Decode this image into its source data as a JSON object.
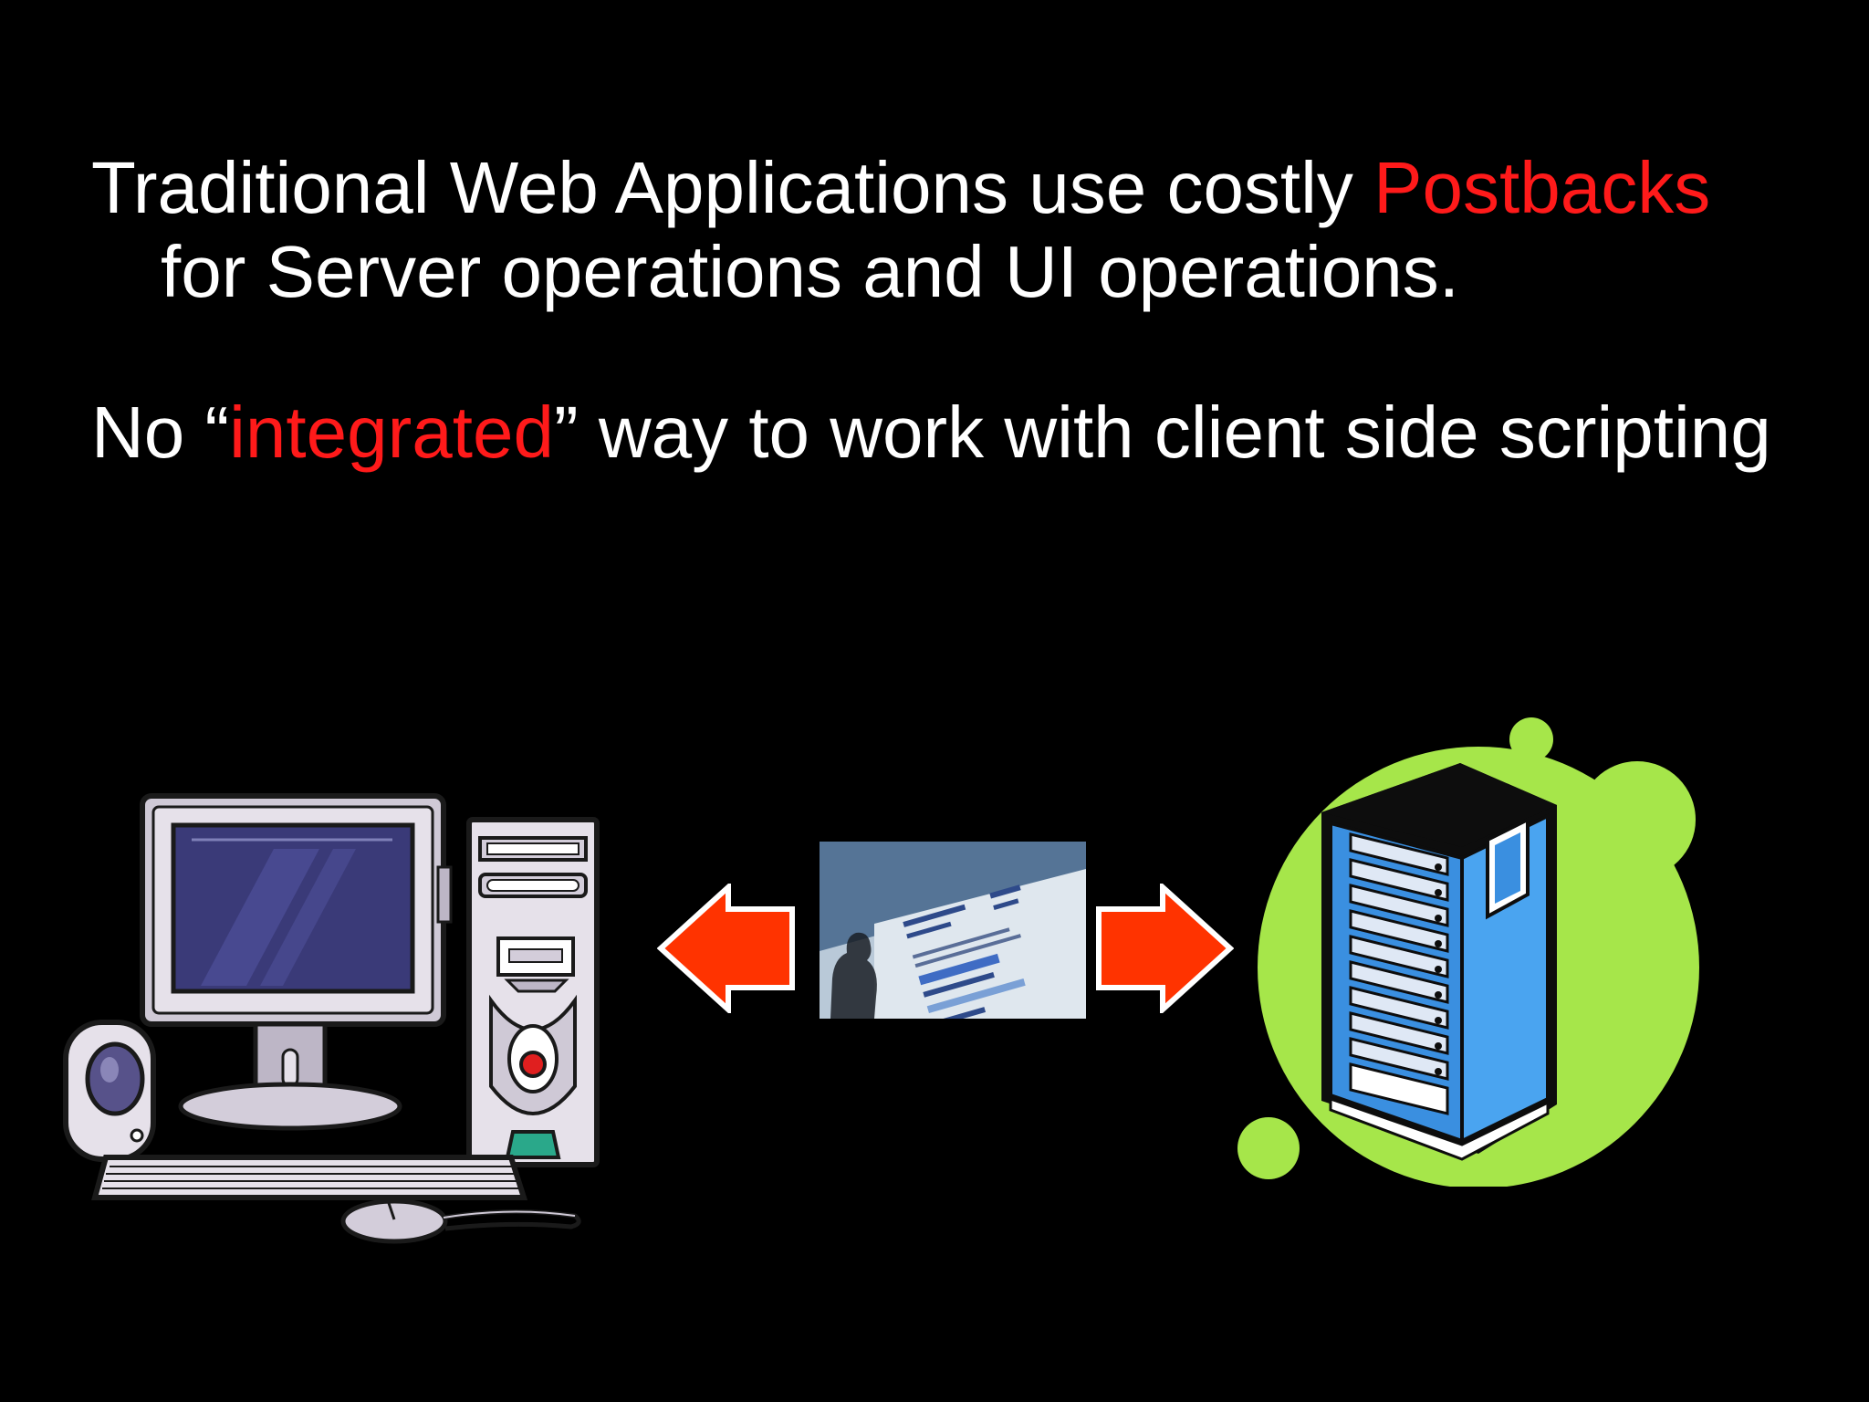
{
  "slide": {
    "line1": {
      "prefix": "Traditional Web Applications use costly ",
      "highlight": "Postbacks"
    },
    "line2": "for Server operations and UI operations.",
    "line3": {
      "prefix": "No “",
      "highlight": "integrated",
      "suffix": "” way to work with client side scripting"
    }
  },
  "colors": {
    "background": "#000000",
    "text": "#ffffff",
    "highlight": "#ff1a1a",
    "arrow": "#ff3300",
    "server_blob": "#a6e64a",
    "server_body": "#3a8fe0"
  },
  "icons": {
    "client": "desktop-computer-icon",
    "left_arrow": "left-arrow-icon",
    "right_arrow": "right-arrow-icon",
    "browser": "web-page-screenshot-image",
    "server": "server-tower-icon"
  }
}
